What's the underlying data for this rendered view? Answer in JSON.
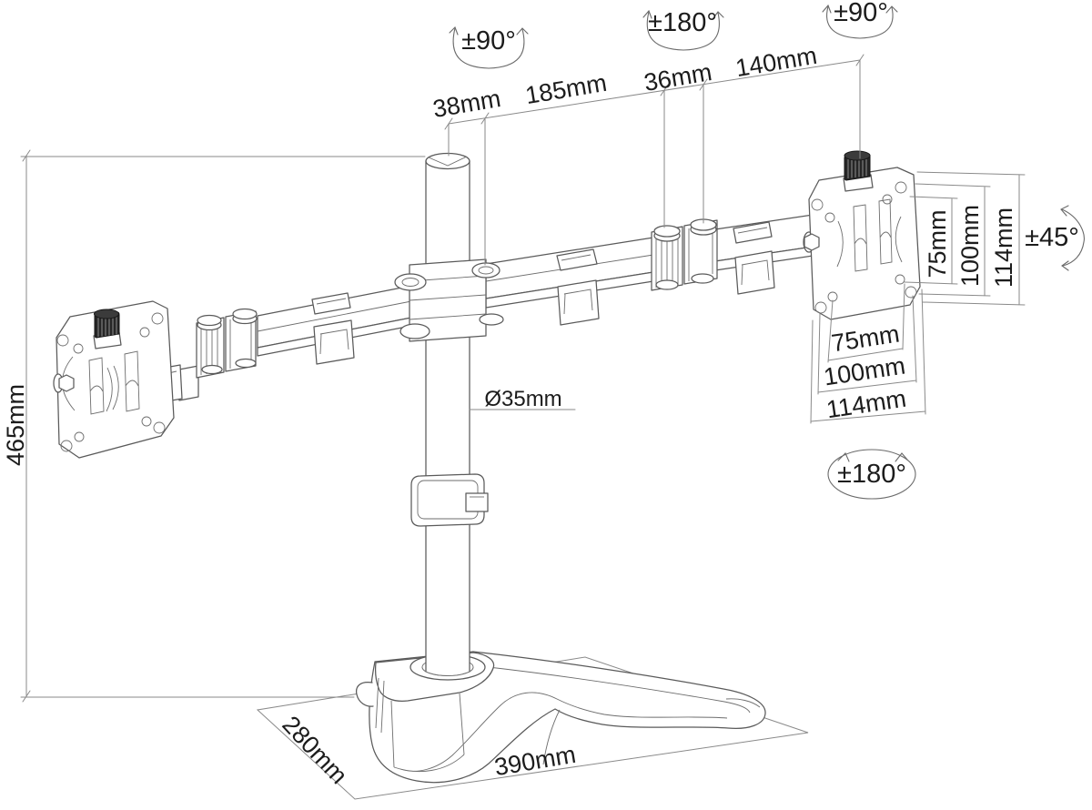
{
  "dimensions": {
    "top_chain": {
      "d38": "38mm",
      "d185": "185mm",
      "d36": "36mm",
      "d140": "140mm"
    },
    "height": "465mm",
    "pole_diameter": "Ø35mm",
    "vesa_vertical": {
      "v75": "75mm",
      "v100": "100mm",
      "v114": "114mm"
    },
    "vesa_horizontal": {
      "h75": "75mm",
      "h100": "100mm",
      "h114": "114mm"
    },
    "base": {
      "depth": "280mm",
      "width": "390mm"
    }
  },
  "rotations": {
    "pole_swivel": "±90°",
    "arm_rotate": "±180°",
    "head_swivel": "±90°",
    "head_tilt": "±45°",
    "head_rotate": "±180°"
  },
  "colors": {
    "background": "#ffffff",
    "line": "#5a5a5a",
    "dimension_line": "#8a8a8a",
    "text": "#1c1c1c",
    "knob": "#262626"
  }
}
